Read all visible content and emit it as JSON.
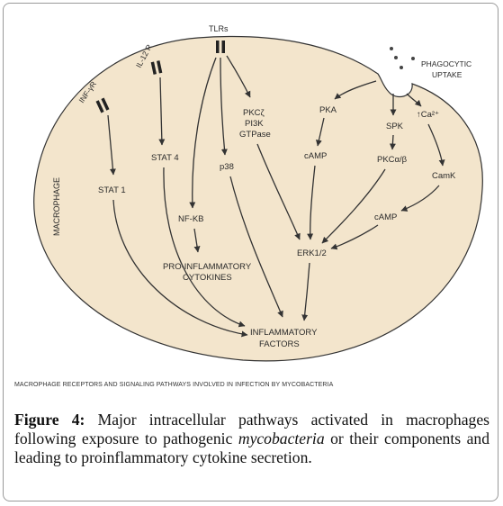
{
  "cell_label": "MACROPHAGE",
  "receptors": {
    "inf": "INF-γR",
    "il12": "IL-12 R",
    "tlrs": "TLRs"
  },
  "phagocytic": [
    "PHAGOCYTIC",
    "UPTAKE"
  ],
  "nodes": {
    "stat1": "STAT 1",
    "stat4": "STAT 4",
    "nfkb": "NF-KB",
    "proinf": [
      "PRO-INFLAMMATORY",
      "CYTOKINES"
    ],
    "p38": "p38",
    "pkcz": [
      "PKCζ",
      "PI3K",
      "GTPase"
    ],
    "pka": "PKA",
    "camp1": "cAMP",
    "spk": "SPK",
    "pkcab": "PKCα/β",
    "ca": "↑Ca²⁺",
    "camk": "CamK",
    "camp2": "cAMP",
    "erk": "ERK1/2",
    "infl": [
      "INFLAMMATORY",
      "FACTORS"
    ]
  },
  "bottom_note": "MACROPHAGE RECEPTORS AND SIGNALING PATHWAYS INVOLVED IN INFECTION BY MYCOBACTERIA",
  "caption": {
    "label": "Figure 4:",
    "text_before": " Major intracellular pathways activated in macrophages following exposure to pathogenic ",
    "italic": "mycobacteria",
    "text_after": " or their components and leading to proinflammatory cytokine secretion."
  },
  "colors": {
    "cell_fill": "#f3e5cc",
    "stroke": "#333333"
  }
}
